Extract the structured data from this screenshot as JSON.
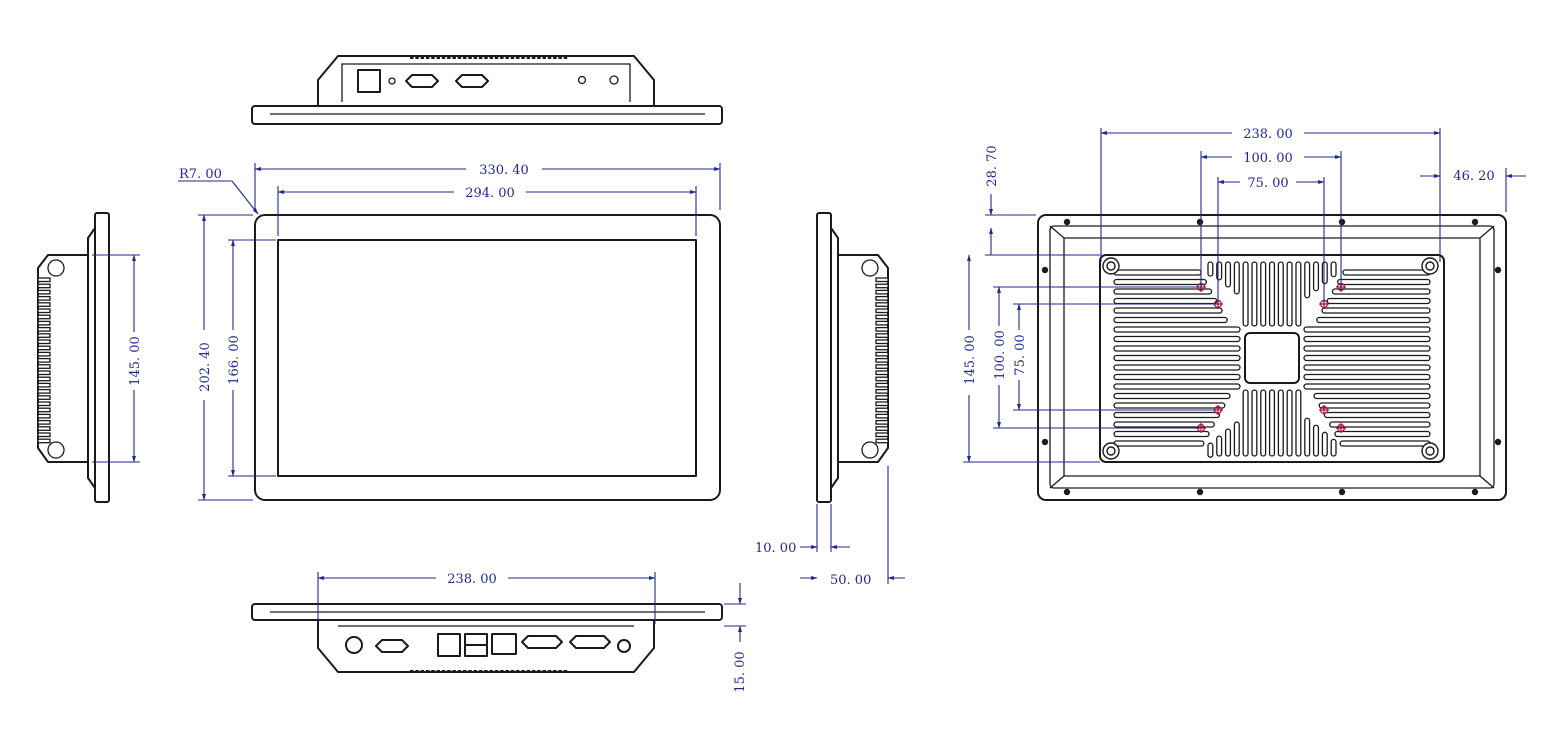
{
  "drawing": {
    "front_view": {
      "overall_width": "330. 40",
      "active_width": "294. 00",
      "corner_radius": "R7. 00",
      "overall_height": "202. 40",
      "active_height": "166. 00"
    },
    "left_side_view": {
      "mount_height": "145. 00"
    },
    "right_side_view": {
      "bezel_depth": "10. 00",
      "total_depth": "50. 00"
    },
    "bottom_view": {
      "port_span": "238. 00",
      "bezel_offset": "15. 00"
    },
    "rear_view": {
      "outer_hole_span": "238. 00",
      "vesa_100_width": "100. 00",
      "vesa_75_width": "75. 00",
      "top_offset": "28. 70",
      "right_offset": "46. 20",
      "outer_hole_height": "145. 00",
      "vesa_100_height": "100. 00",
      "vesa_75_height": "75. 00"
    }
  },
  "colors": {
    "dimension": "#1f2a8c",
    "outline": "#1a1a1a",
    "vesa_marker": "#b0103a"
  }
}
